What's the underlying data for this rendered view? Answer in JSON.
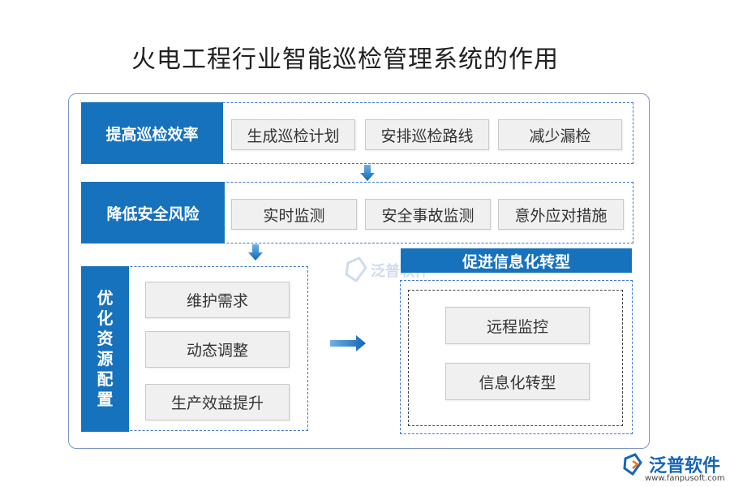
{
  "title": "火电工程行业智能巡检管理系统的作用",
  "section1": {
    "heading": "提高巡检效率",
    "items": [
      "生成巡检计划",
      "安排巡检路线",
      "减少漏检"
    ]
  },
  "section2": {
    "heading": "降低安全风险",
    "items": [
      "实时监测",
      "安全事故监测",
      "意外应对措施"
    ]
  },
  "section3": {
    "heading_chars": [
      "优",
      "化",
      "资",
      "源",
      "配",
      "置"
    ],
    "items": [
      "维护需求",
      "动态调整",
      "生产效益提升"
    ]
  },
  "section4": {
    "heading": "促进信息化转型",
    "items": [
      "远程监控",
      "信息化转型"
    ]
  },
  "watermark": {
    "text": "泛普软件"
  },
  "logo": {
    "text": "泛普软件",
    "url": "www.fanpusoft.com"
  },
  "colors": {
    "primary": "#1672bd",
    "dashed_border": "#3f78c9",
    "chip_bg": "#f0f0f0",
    "frame": "#7f95c9"
  }
}
